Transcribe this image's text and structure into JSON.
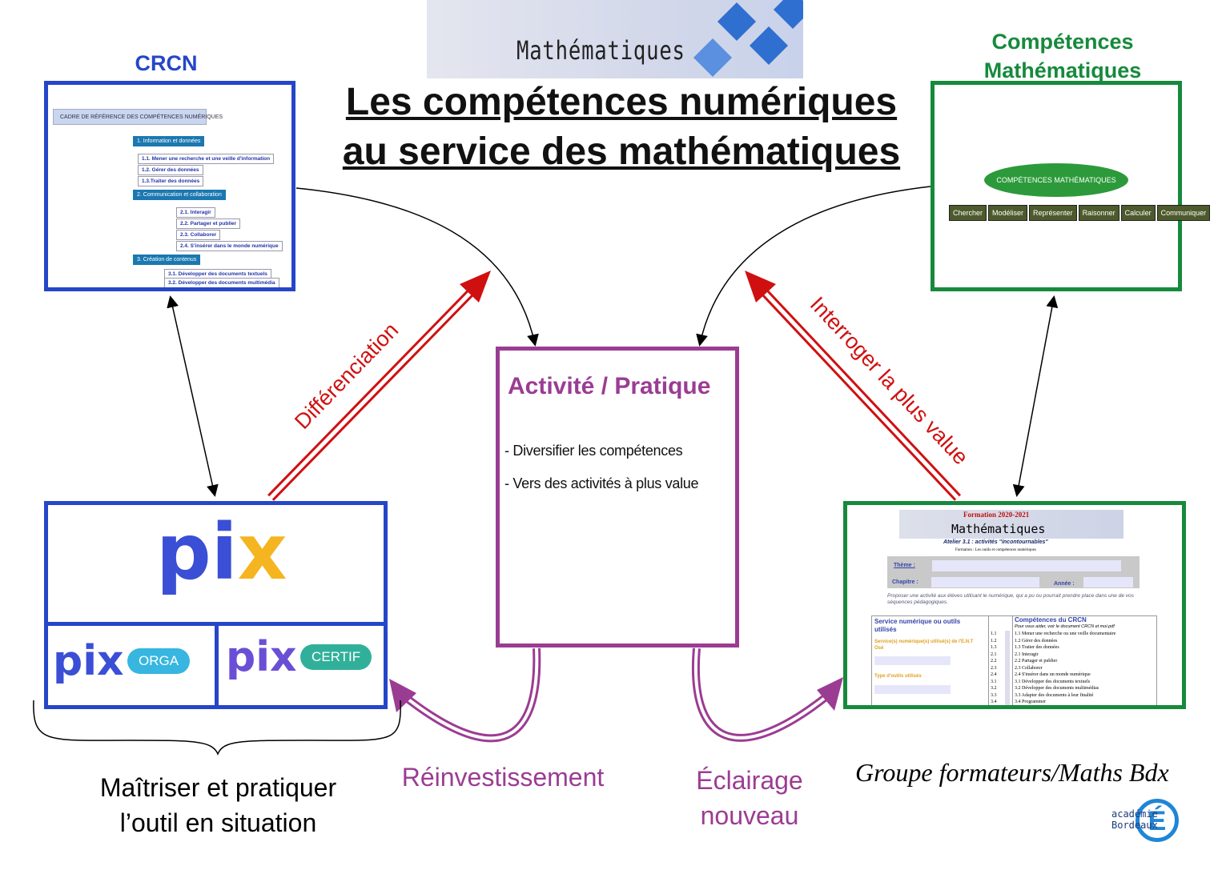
{
  "banner": {
    "text": "Mathématiques"
  },
  "title": {
    "line1": "Les compétences numériques",
    "line2": "au service des mathématiques"
  },
  "crcn": {
    "label": "CRCN",
    "heading": "CADRE DE RÉFÉRENCE DES COMPÉTENCES NUMÉRIQUES",
    "categories": [
      {
        "label": "1. Information et données",
        "items": [
          "1.1. Mener une recherche et une veille d'information",
          "1.2. Gérer des données",
          "1.3.Traiter des données"
        ]
      },
      {
        "label": "2. Communication et collaboration",
        "items": [
          "2.1. Interagir",
          "2.2. Partager et publier",
          "2.3. Collaborer",
          "2.4. S'insérer dans le monde numérique"
        ]
      },
      {
        "label": "3. Création de contenus",
        "items": [
          "3.1. Développer des documents textuels",
          "3.2. Développer des documents multimédia"
        ]
      }
    ]
  },
  "competences": {
    "label_line1": "Compétences",
    "label_line2": "Mathématiques",
    "center": "COMPÉTENCES MATHÉMATIQUES",
    "items": [
      "Chercher",
      "Modéliser",
      "Représenter",
      "Raisonner",
      "Calculer",
      "Communiquer"
    ]
  },
  "activite": {
    "title": "Activité / Pratique",
    "bullets": [
      "- Diversifier les compétences",
      "- Vers des activités à plus value"
    ]
  },
  "pix": {
    "logo": "pix",
    "orga": "ORGA",
    "certif": "CERTIF"
  },
  "form": {
    "formation": "Formation 2020-2021",
    "banner": "Mathématiques",
    "atelier": "Atelier 3.1  : activités \"incontournables\"",
    "subtitle": "Formation : Les outils et compétences numériques",
    "theme": "Thème :",
    "chapitre": "Chapitre :",
    "annee": "Année :",
    "intro": "Proposer une activité aux élèves utilisant le numérique, qui a pu ou  pourrait prendre place dans une de vos séquences pédagogiques.",
    "service_title": "Service numérique ou outils utilisés",
    "service_ent": "Service(s) numérique(s) utilisé(s) de l'E.N.T Osé",
    "type_outils": "Type d'outils utilisés",
    "crcn_title": "Compétences du CRCN",
    "crcn_help": "Pour vous aider, voir le document CRCN et moi.pdf",
    "codes": [
      "1.1",
      "1.2",
      "1.3",
      "2.1",
      "2.2",
      "2.3",
      "2.4",
      "3.1",
      "3.2",
      "3.3",
      "3.4"
    ],
    "crcn_items": [
      "1.1 Mener une recherche ou une veille documentaire",
      "1.2 Gérer des données",
      "1.3 Traiter des données",
      "2.1 Interagir",
      "2.2 Partager et publier",
      "2.3 Collaborer",
      "2.4 S'insérer dans un monde numérique",
      "3.1 Développer des documents textuels",
      "3.2 Développer des documents multimédias",
      "3.3 Adapter des documents à leur finalité",
      "3.4 Programmer"
    ]
  },
  "arrows": {
    "differenciation": "Différenciation",
    "plus_value": "Interroger la plus value",
    "reinvestissement": "Réinvestissement",
    "eclairage_line1": "Éclairage",
    "eclairage_line2": "nouveau"
  },
  "maitriser": {
    "line1": "Maîtriser et pratiquer",
    "line2": "l’outil en situation"
  },
  "credit": "Groupe formateurs/Maths Bdx",
  "logo": {
    "text_line1": "académie",
    "text_line2": "Bordeaux",
    "letter": "É"
  },
  "colors": {
    "blue": "#2546c8",
    "green": "#168a3c",
    "purple": "#9b3c93",
    "red": "#d01010"
  }
}
